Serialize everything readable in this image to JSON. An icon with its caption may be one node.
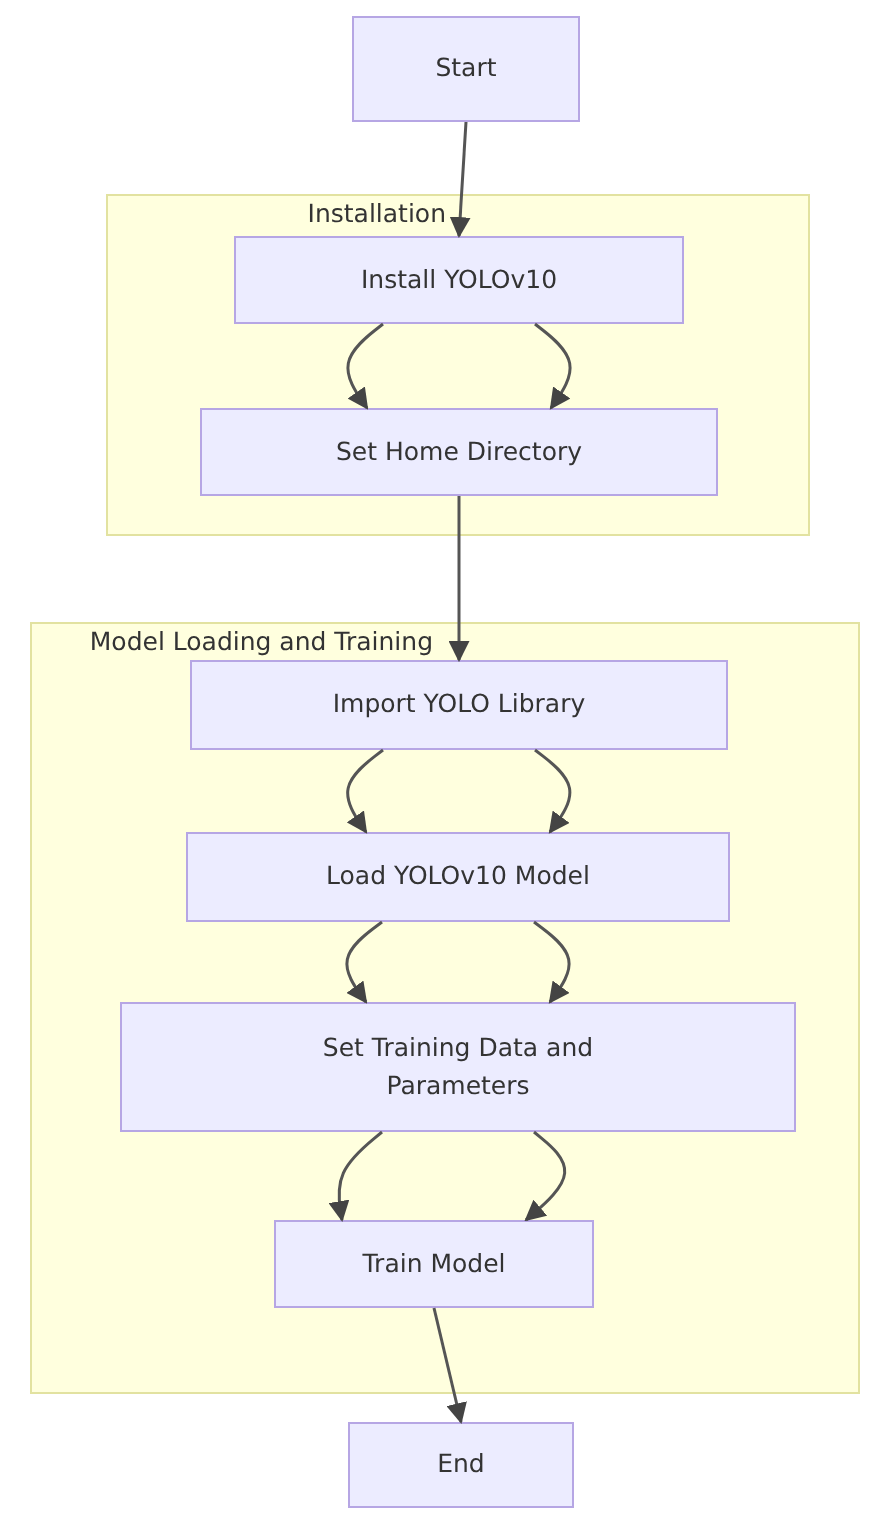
{
  "diagram": {
    "nodes": [
      {
        "text": [
          "Start"
        ]
      },
      {
        "text": [
          "Installation"
        ]
      },
      {
        "text": [
          "Install YOLOv10"
        ],
        "in": 1
      },
      {
        "text": [
          "Set Home Directory"
        ],
        "in": 1
      },
      {
        "text": [
          "Model Loading and Training"
        ]
      },
      {
        "text": [
          "Import YOLO Library"
        ],
        "in": 4
      },
      {
        "text": [
          "Load YOLOv10 Model"
        ],
        "in": 4
      },
      {
        "text": [
          "Set Training Data and Parameters"
        ],
        "in": 4
      },
      {
        "text": [
          "Train Model"
        ],
        "in": 4
      },
      {
        "text": [
          "End"
        ]
      }
    ],
    "edges": [
      {
        "from": 0,
        "to": 2,
        "arrow": "to"
      },
      {
        "from": 2,
        "to": 3,
        "arrow": "to"
      },
      {
        "from": 2,
        "to": 3,
        "arrow": "to"
      },
      {
        "from": 3,
        "to": 5,
        "arrow": "to"
      },
      {
        "from": 5,
        "to": 6,
        "arrow": "to"
      },
      {
        "from": 5,
        "to": 6,
        "arrow": "to"
      },
      {
        "from": 6,
        "to": 7,
        "arrow": "to"
      },
      {
        "from": 6,
        "to": 7,
        "arrow": "to"
      },
      {
        "from": 7,
        "to": 8,
        "arrow": "to"
      },
      {
        "from": 7,
        "to": 8,
        "arrow": "to"
      },
      {
        "from": 8,
        "to": 9,
        "arrow": "to"
      }
    ]
  }
}
